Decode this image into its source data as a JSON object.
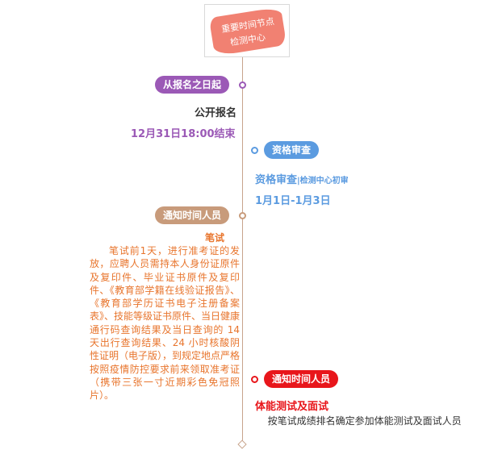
{
  "header": {
    "line1": "重要时间节点",
    "line2": "检测中心"
  },
  "nodes": [
    {
      "tag": "从报名之日起",
      "color": "#9b59b6",
      "title": "公开报名",
      "date": "12月31日18:00结束"
    },
    {
      "tag": "资格审查",
      "color": "#5b9be0",
      "title": "资格审查",
      "title_suffix": "|检测中心初审",
      "date": "1月1日-1月3日"
    },
    {
      "tag": "通知时间人员",
      "color": "#c89b7b",
      "title": "笔试",
      "body": "笔试前1天，进行准考证的发放，应聘人员需持本人身份证原件及复印件、毕业证书原件及复印件、《教育部学籍在线验证报告》、《教育部学历证书电子注册备案表》、技能等级证书原件、当日健康通行码查询结果及当日查询的 14 天出行查询结果、24 小时核酸阴性证明（电子版），到规定地点严格按照疫情防控要求前来领取准考证（携带三张一寸近期彩色免冠照片）。"
    },
    {
      "tag": "通知时间人员",
      "color": "#e8161b",
      "title": "体能测试及面试",
      "body": "按笔试成绩排名确定参加体能测试及面试人员"
    }
  ]
}
